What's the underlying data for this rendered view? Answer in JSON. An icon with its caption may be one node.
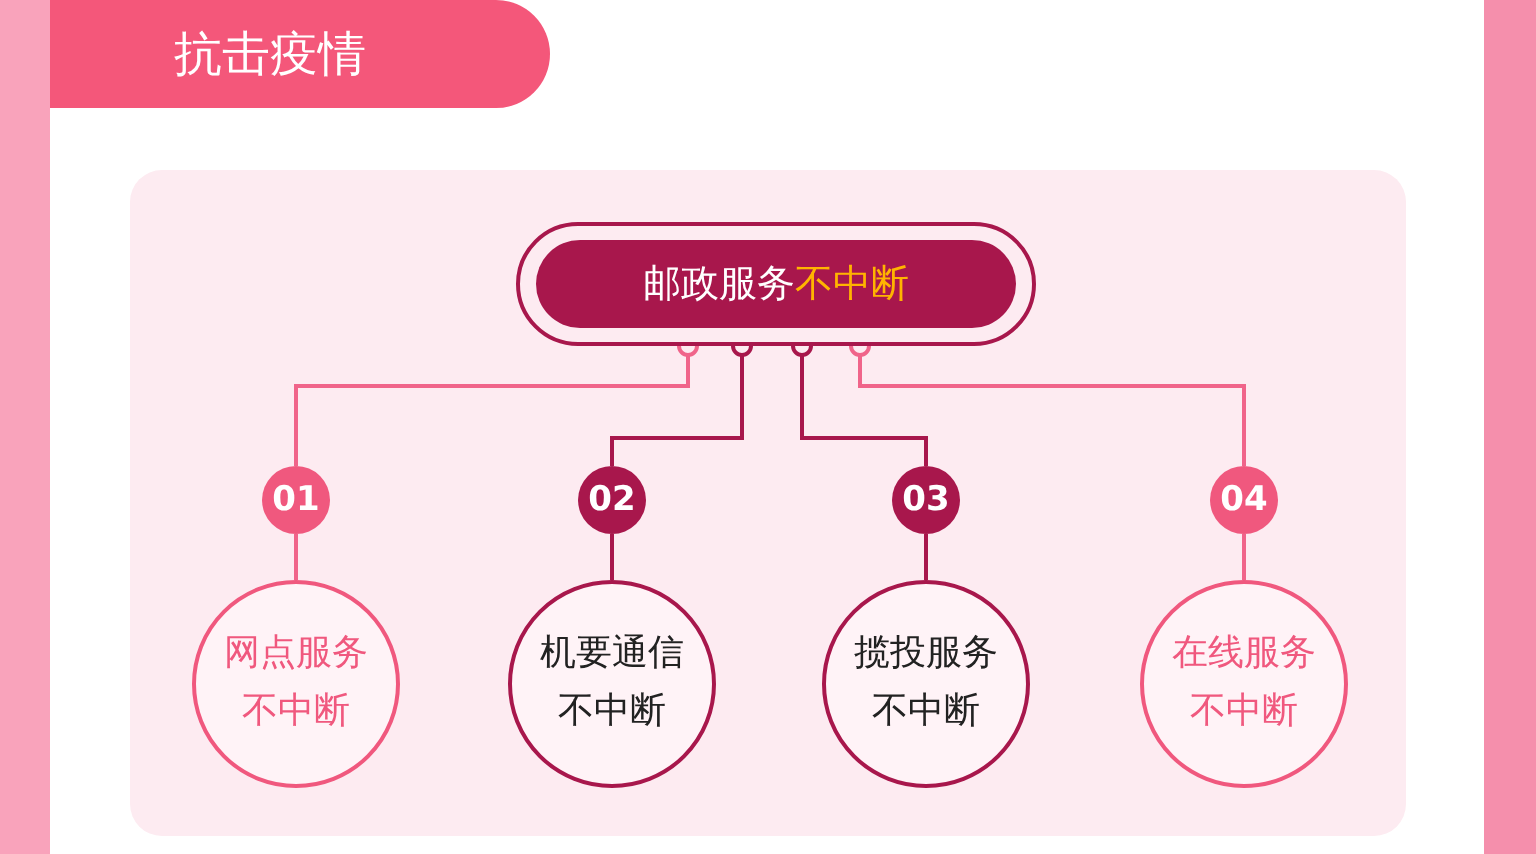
{
  "diagram": {
    "title": "抗击疫情",
    "nodes": [
      {
        "text": [
          "邮政服务",
          "不中断"
        ]
      },
      {
        "text": [
          "01"
        ]
      },
      {
        "text": [
          "网点服务不中断"
        ]
      },
      {
        "text": [
          "02"
        ]
      },
      {
        "text": [
          "机要通信不中断"
        ]
      },
      {
        "text": [
          "03"
        ]
      },
      {
        "text": [
          "揽投服务不中断"
        ]
      },
      {
        "text": [
          "04"
        ]
      },
      {
        "text": [
          "在线服务不中断"
        ]
      }
    ],
    "edges": [
      {
        "from": 0,
        "to": 1,
        "arrow": "other"
      },
      {
        "from": 1,
        "to": 2,
        "arrow": "none"
      },
      {
        "from": 0,
        "to": 3,
        "arrow": "other",
        "color": "#a8174c"
      },
      {
        "from": 3,
        "to": 4,
        "arrow": "none",
        "color": "#a8174c"
      },
      {
        "from": 0,
        "to": 5,
        "arrow": "other",
        "color": "#a8174c"
      },
      {
        "from": 5,
        "to": 6,
        "arrow": "none",
        "color": "#a8174c"
      },
      {
        "from": 0,
        "to": 7,
        "arrow": "other"
      },
      {
        "from": 7,
        "to": 8,
        "arrow": "none"
      }
    ]
  }
}
